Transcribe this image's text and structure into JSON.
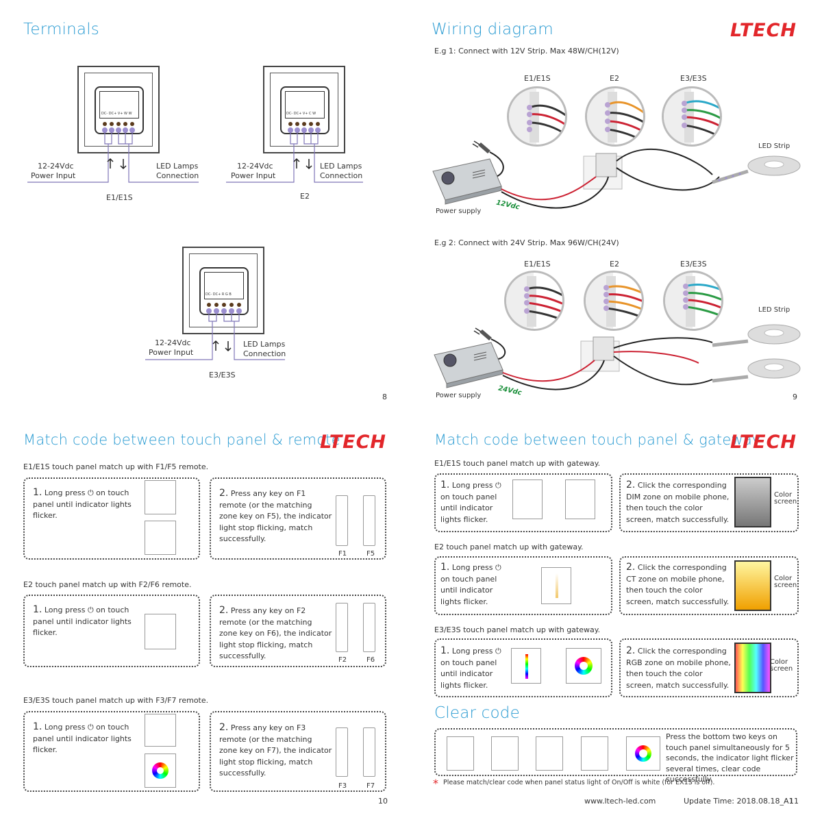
{
  "brand": "LTECH",
  "colors": {
    "title": "#2a9bd2",
    "brand": "#e2262a",
    "line": "#7f76b8",
    "green": "#1a8f3a"
  },
  "p8": {
    "title": "Terminals",
    "page": "8",
    "d1": {
      "caption": "E1/E1S",
      "terminals": "DC- DC+  V+   W    W",
      "in1": "12-24Vdc",
      "in2": "Power Input",
      "out1": "LED Lamps",
      "out2": "Connection"
    },
    "d2": {
      "caption": "E2",
      "terminals": "DC- DC+  V+   C    W",
      "in1": "12-24Vdc",
      "in2": "Power Input",
      "out1": "LED Lamps",
      "out2": "Connection"
    },
    "d3": {
      "caption": "E3/E3S",
      "terminals": "DC- DC+  R    G    B",
      "in1": "12-24Vdc",
      "in2": "Power Input",
      "out1": "LED Lamps",
      "out2": "Connection"
    }
  },
  "p9": {
    "title": "Wiring diagram",
    "page": "9",
    "eg1": {
      "label": "E.g 1: Connect with 12V Strip. Max 48W/CH(12V)",
      "m1": "E1/E1S",
      "m2": "E2",
      "m3": "E3/E3S",
      "strip": "LED Strip",
      "psu": "Power supply",
      "volt": "12Vdc"
    },
    "eg2": {
      "label": "E.g 2: Connect with 24V Strip. Max 96W/CH(24V)",
      "m1": "E1/E1S",
      "m2": "E2",
      "m3": "E3/E3S",
      "strip": "LED Strip",
      "psu": "Power supply",
      "volt": "24Vdc"
    }
  },
  "p10": {
    "title": "Match code between touch panel & remote",
    "page": "10",
    "s1": {
      "heading": "E1/E1S touch panel match up with F1/F5 remote.",
      "step1_num": "1.",
      "step1": "Long press ⏻ on touch panel until indicator lights flicker.",
      "step2_num": "2.",
      "step2": "Press any key on F1 remote (or the matching zone key on F5), the indicator light stop flicking, match successfully.",
      "r1": "F1",
      "r2": "F5"
    },
    "s2": {
      "heading": "E2 touch panel match up with F2/F6 remote.",
      "step1_num": "1.",
      "step1": "Long press ⏻ on touch panel until indicator lights flicker.",
      "step2_num": "2.",
      "step2": "Press any key on F2 remote (or the matching zone key on F6), the indicator light stop flicking, match successfully.",
      "r1": "F2",
      "r2": "F6"
    },
    "s3": {
      "heading": "E3/E3S touch panel match up with F3/F7 remote.",
      "step1_num": "1.",
      "step1": "Long press ⏻ on touch panel until indicator lights flicker.",
      "step2_num": "2.",
      "step2": "Press any key on F3 remote (or the matching zone key on F7), the indicator light stop flicking, match successfully.",
      "r1": "F3",
      "r2": "F7"
    }
  },
  "p11": {
    "title": "Match code between touch panel & gateway",
    "page": "11",
    "s1": {
      "heading": "E1/E1S touch panel match up with gateway.",
      "step1_num": "1.",
      "step1": "Long press ⏻ on touch panel until indicator lights flicker.",
      "step2_num": "2.",
      "step2": "Click the corresponding DIM zone on mobile phone, then touch the color screen, match successfully.",
      "color": "Color screen"
    },
    "s2": {
      "heading": "E2 touch panel match up with gateway.",
      "step1_num": "1.",
      "step1": "Long press ⏻ on touch panel until indicator lights flicker.",
      "step2_num": "2.",
      "step2": "Click the corresponding CT zone on mobile phone, then touch the color screen, match successfully.",
      "color": "Color screen"
    },
    "s3": {
      "heading": "E3/E3S touch panel match up with gateway.",
      "step1_num": "1.",
      "step1": "Long press ⏻ on touch panel until indicator lights flicker.",
      "step2_num": "2.",
      "step2": "Click the corresponding RGB zone on mobile phone, then touch the color screen, match successfully.",
      "color": "Color screen"
    },
    "clear": {
      "title": "Clear code",
      "text": "Press the bottom two keys on touch panel simultaneously for 5 seconds, the indicator light flicker several times, clear code successfully."
    },
    "note": "Please match/clear code when panel status light of On/Off is white (for EX1S is off).",
    "url": "www.ltech-led.com",
    "update": "Update Time: 2018.08.18_A1"
  }
}
